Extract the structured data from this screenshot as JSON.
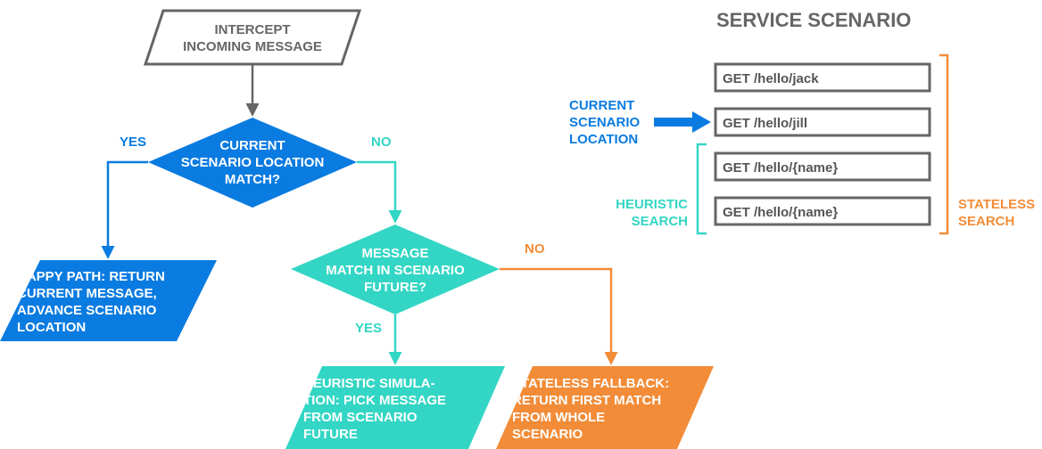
{
  "flowchart": {
    "start": "INTERCEPT\nINCOMING MESSAGE",
    "decision_location": "CURRENT\nSCENARIO LOCATION\nMATCH?",
    "decision_future": "MESSAGE\nMATCH IN SCENARIO\nFUTURE?",
    "happy_path": "HAPPY PATH: RETURN\nCURRENT MESSAGE,\nADVANCE SCENARIO\nLOCATION",
    "heuristic": "HEURISTIC SIMULA-\nTION: PICK MESSAGE\nFROM SCENARIO\nFUTURE",
    "stateless": "STATELESS FALLBACK:\nRETURN FIRST MATCH\nFROM WHOLE\nSCENARIO",
    "yes_1": "YES",
    "no_1": "NO",
    "yes_2": "YES",
    "no_2": "NO"
  },
  "scenario": {
    "title": "SERVICE SCENARIO",
    "requests": [
      "GET /hello/jack",
      "GET /hello/jill",
      "GET /hello/{name}",
      "GET /hello/{name}"
    ],
    "current_location": "CURRENT\nSCENARIO\nLOCATION",
    "heuristic_search": "HEURISTIC\nSEARCH",
    "stateless_search": "STATELESS\nSEARCH"
  },
  "colors": {
    "blue": "#0a7be0",
    "teal": "#33d6c4",
    "orange": "#f28c38",
    "gray": "#666666"
  }
}
